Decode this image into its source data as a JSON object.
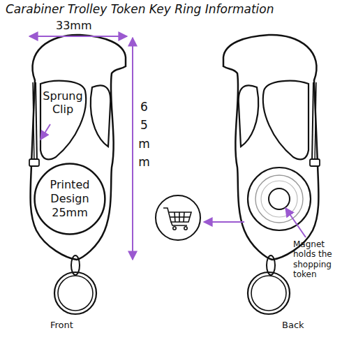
{
  "diagram": {
    "title": "Carabiner Trolley Token Key Ring Information",
    "nodes": [
      {
        "text": [
          "Printed Design 25mm"
        ]
      }
    ],
    "labels": [
      "33mm",
      "65mm",
      "Sprung Clip",
      "Magnet holds the shopping token",
      "Front",
      "Back"
    ]
  }
}
